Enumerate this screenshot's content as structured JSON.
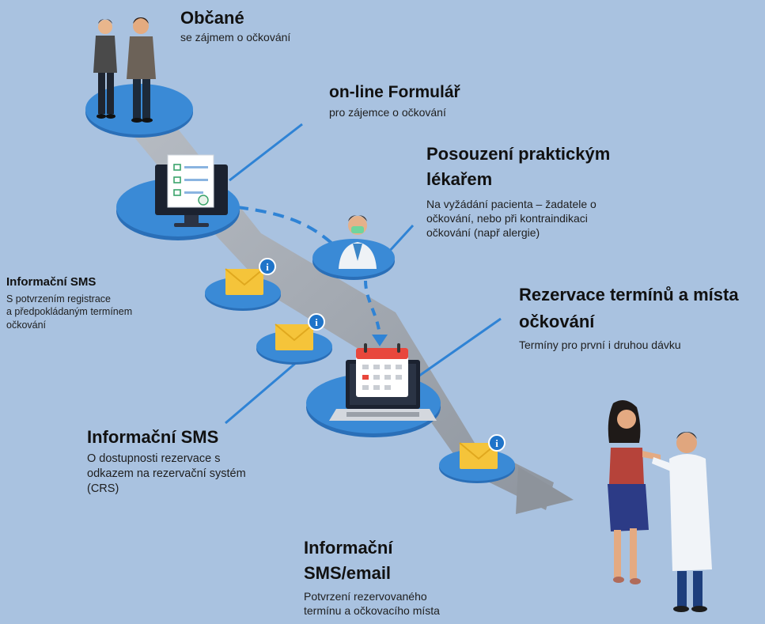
{
  "colors": {
    "background": "#a9c2e0",
    "ellipse": "#3a8ad6",
    "ellipse_shadow": "#2a6fb8",
    "path_arrow": "#9aa0a8",
    "connector": "#2f83d5",
    "envelope": "#f5c43a",
    "info_badge": "#1f74c9",
    "calendar_red": "#e8473c"
  },
  "steps": [
    {
      "title": "Občané",
      "desc": "se zájmem o očkování"
    },
    {
      "title": "on-line Formulář",
      "desc": "pro zájemce o očkování"
    },
    {
      "title": "Posouzení praktickým lékařem",
      "title_line1": "Posouzení praktickým",
      "title_line2": "lékařem",
      "desc_lines": [
        "Na vyžádání pacienta – žadatele o",
        "očkování, nebo při kontraindikaci",
        "očkování (např alergie)"
      ]
    },
    {
      "title": "Informační SMS",
      "desc_lines": [
        "S potvrzením registrace",
        "a předpokládaným termínem",
        "očkování"
      ]
    },
    {
      "title": "Rezervace termínů a místa očkování",
      "title_line1": "Rezervace termínů a místa",
      "title_line2": "očkování",
      "desc": "Termíny pro první i druhou dávku"
    },
    {
      "title": "Informační SMS",
      "desc_lines": [
        "O dostupnosti rezervace s",
        "odkazem na rezervační systém",
        "(CRS)"
      ]
    },
    {
      "title": "Informační SMS/email",
      "title_line1": "Informační",
      "title_line2": "SMS/email",
      "desc_lines": [
        "Potvrzení rezervovaného",
        "termínu a očkovacího místa"
      ]
    }
  ],
  "icons": [
    "people-icon",
    "form-monitor-icon",
    "doctor-icon",
    "envelope-info-icon",
    "calendar-laptop-icon",
    "vaccination-icon"
  ]
}
